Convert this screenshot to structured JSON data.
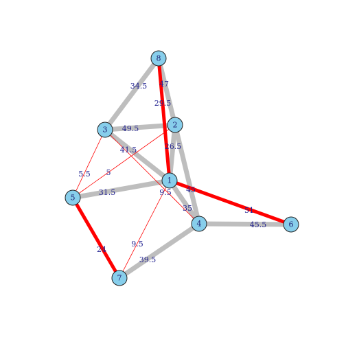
{
  "colors": {
    "gray_edge": "#bebebe",
    "red_edge": "#ff0000",
    "node_fill": "#87ceeb",
    "node_stroke": "#222222",
    "label": "#1f1f8f"
  },
  "nodes": [
    {
      "id": "1",
      "label": "1"
    },
    {
      "id": "2",
      "label": "2"
    },
    {
      "id": "3",
      "label": "3"
    },
    {
      "id": "4",
      "label": "4"
    },
    {
      "id": "5",
      "label": "5"
    },
    {
      "id": "6",
      "label": "6"
    },
    {
      "id": "7",
      "label": "7"
    },
    {
      "id": "8",
      "label": "8"
    }
  ],
  "edges": [
    {
      "from": "8",
      "to": "3",
      "weight": "34.5",
      "style": "gray-thick"
    },
    {
      "from": "8",
      "to": "2",
      "weight": "47",
      "style": "gray-thick"
    },
    {
      "from": "8",
      "to": "1",
      "weight": "29.5",
      "style": "red-thick"
    },
    {
      "from": "3",
      "to": "2",
      "weight": "49.5",
      "style": "gray-thick"
    },
    {
      "from": "3",
      "to": "1",
      "weight": "41.5",
      "style": "gray-thick"
    },
    {
      "from": "3",
      "to": "5",
      "weight": "5.5",
      "style": "red-thin"
    },
    {
      "from": "3",
      "to": "4",
      "weight": "9.5",
      "style": "red-thin"
    },
    {
      "from": "2",
      "to": "5",
      "weight": "5",
      "style": "red-thin"
    },
    {
      "from": "2",
      "to": "1",
      "weight": "26.5",
      "style": "gray-thick"
    },
    {
      "from": "2",
      "to": "4",
      "weight": "45",
      "style": "gray-thick"
    },
    {
      "from": "5",
      "to": "1",
      "weight": "31.5",
      "style": "gray-thick"
    },
    {
      "from": "5",
      "to": "7",
      "weight": "24",
      "style": "red-thick"
    },
    {
      "from": "1",
      "to": "6",
      "weight": "51",
      "style": "red-thick"
    },
    {
      "from": "1",
      "to": "4",
      "weight": "35",
      "style": "gray-thick"
    },
    {
      "from": "1",
      "to": "7",
      "weight": "9.5",
      "style": "red-thin"
    },
    {
      "from": "4",
      "to": "6",
      "weight": "45.5",
      "style": "gray-thick"
    },
    {
      "from": "4",
      "to": "7",
      "weight": "39.5",
      "style": "gray-thick"
    }
  ]
}
